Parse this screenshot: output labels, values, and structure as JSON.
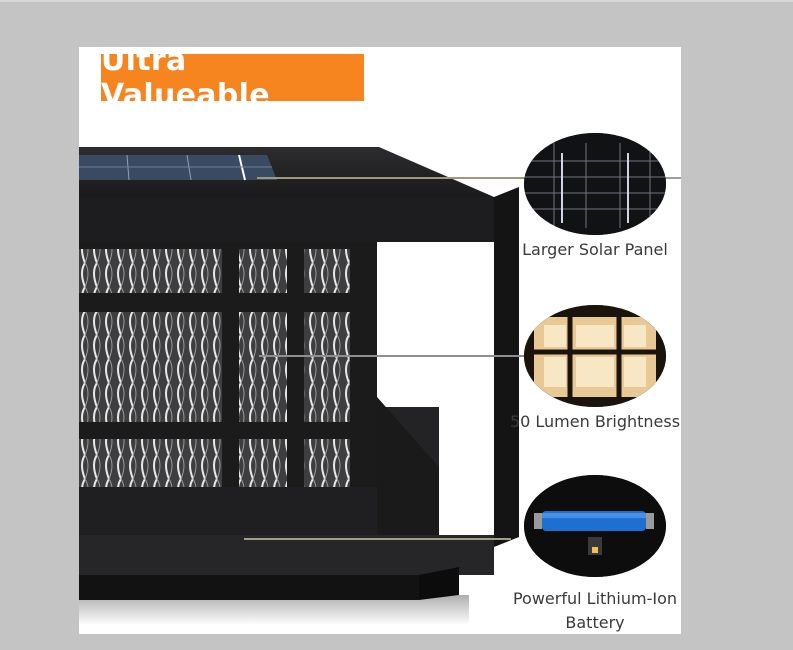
{
  "badge": {
    "text": "Ultra Valueable",
    "color": "#f6851f"
  },
  "features": [
    {
      "label": "Larger Solar Panel",
      "icon": "solar-panel-icon"
    },
    {
      "label": "50 Lumen Brightness",
      "icon": "light-icon"
    },
    {
      "label": "Powerful Lithium-Ion Battery",
      "icon": "battery-icon"
    }
  ]
}
